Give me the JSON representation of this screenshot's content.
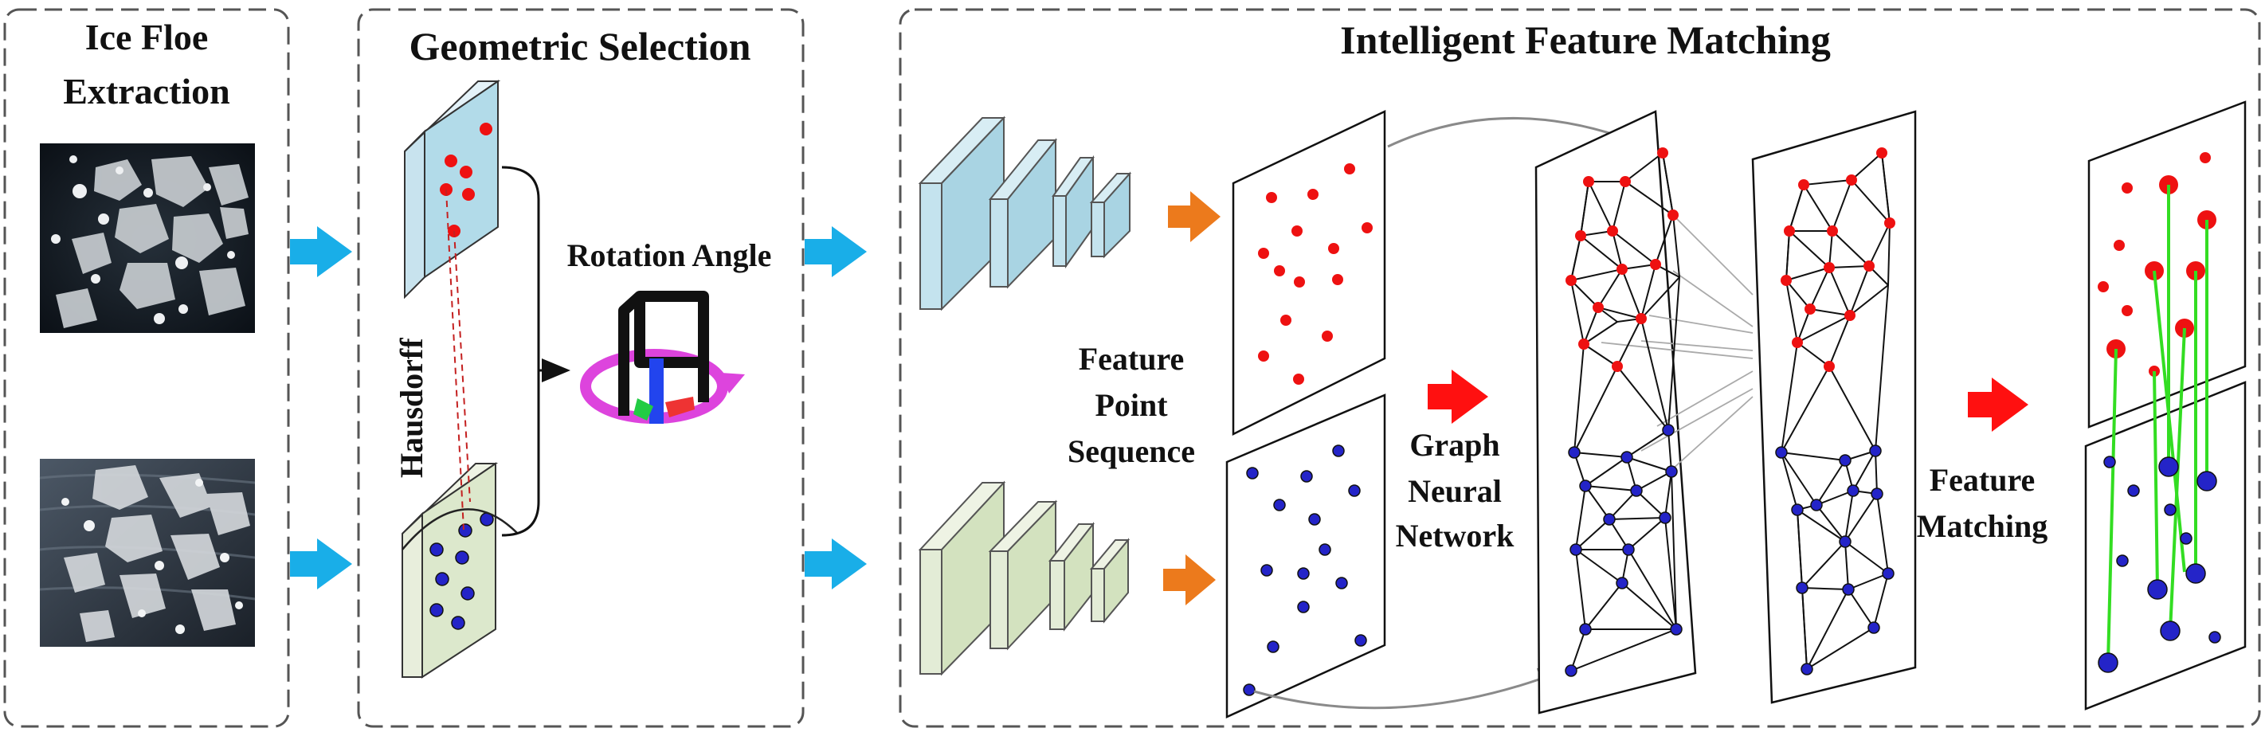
{
  "panels": {
    "extraction": {
      "title_line1": "Ice Floe",
      "title_line2": "Extraction"
    },
    "selection": {
      "title": "Geometric Selection",
      "hausdorff_label": "Hausdorff",
      "rotation_label": "Rotation Angle"
    },
    "matching": {
      "title": "Intelligent Feature Matching",
      "feature_point_line1": "Feature",
      "feature_point_line2": "Point",
      "feature_point_line3": "Sequence",
      "gnn_line1": "Graph",
      "gnn_line2": "Neural",
      "gnn_line3": "Network",
      "fm_line1": "Feature",
      "fm_line2": "Matching"
    }
  },
  "colors": {
    "flow_arrow": "#19aee8",
    "cnn_arrow": "#ec7a1c",
    "stage_arrow": "#ff1010",
    "red_point": "#ee1111",
    "blue_point": "#2424c8",
    "match_line": "#33dd22",
    "cnn_top": "#b6dce8",
    "cnn_bottom": "#dce8cc"
  },
  "icons": [
    "ice-floe-image",
    "rotation-axes-icon",
    "cnn-block-icon",
    "flow-arrow-icon"
  ]
}
